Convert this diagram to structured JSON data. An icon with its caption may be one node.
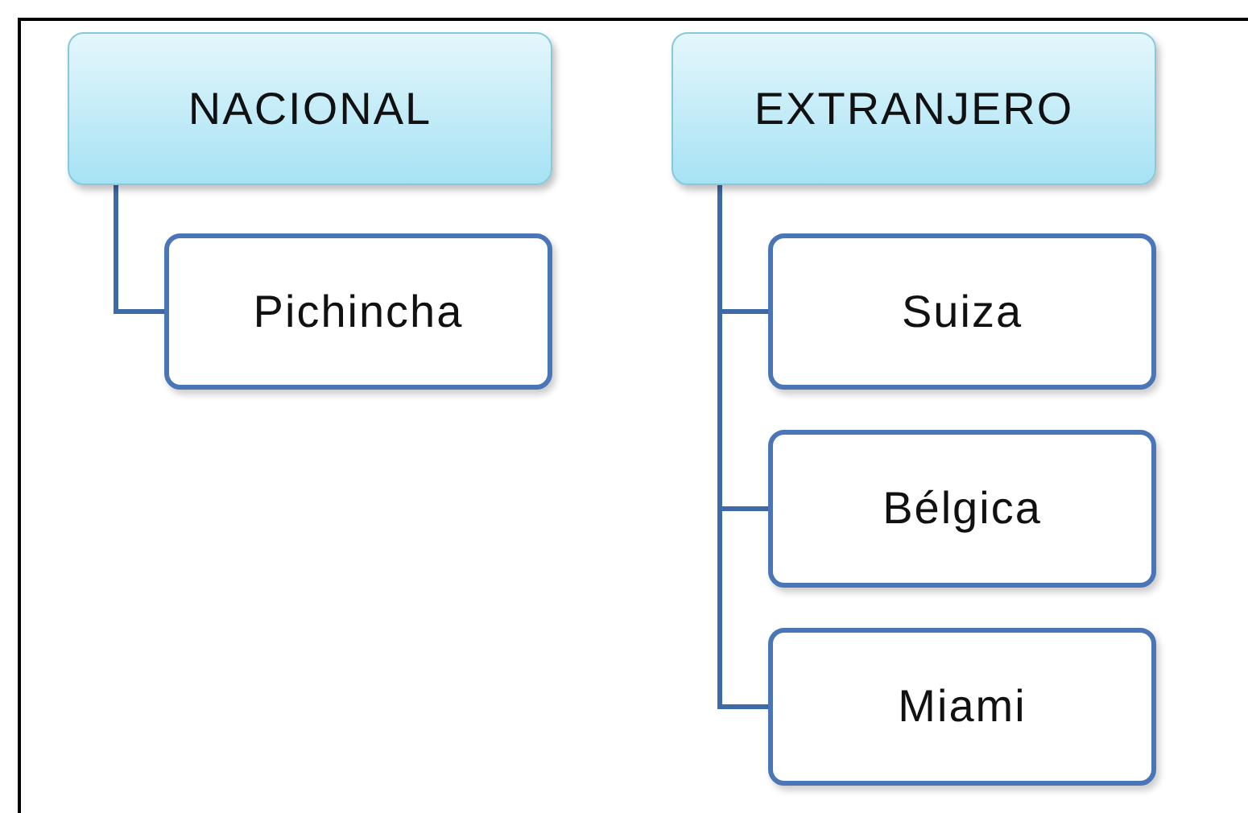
{
  "diagram": {
    "nodes": [
      {
        "text": [
          "NACIONAL"
        ]
      },
      {
        "text": [
          "Pichincha"
        ]
      },
      {
        "text": [
          "EXTRANJERO"
        ]
      },
      {
        "text": [
          "Suiza"
        ]
      },
      {
        "text": [
          "Bélgica"
        ]
      },
      {
        "text": [
          "Miami"
        ]
      }
    ],
    "edges": [
      {
        "from": 0,
        "to": 1,
        "arrow": "none"
      },
      {
        "from": 2,
        "to": 3,
        "arrow": "none"
      },
      {
        "from": 2,
        "to": 4,
        "arrow": "none"
      },
      {
        "from": 2,
        "to": 5,
        "arrow": "none"
      }
    ]
  }
}
